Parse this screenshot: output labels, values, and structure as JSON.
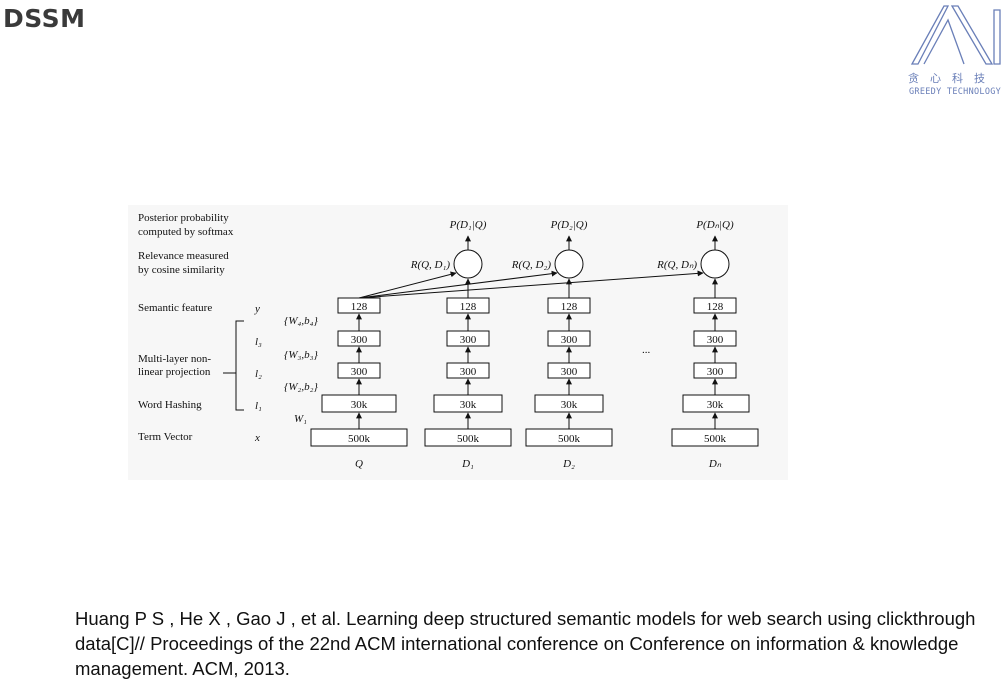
{
  "slide": {
    "title": "DSSM"
  },
  "logo": {
    "chinese": "贪心科技",
    "english": "GREEDY TECHNOLOGY",
    "color": "#6a7fb8"
  },
  "diagram": {
    "left_labels": {
      "posterior_1": "Posterior probability",
      "posterior_2": "computed by softmax",
      "relevance_1": "Relevance measured",
      "relevance_2": "by cosine similarity",
      "semantic": "Semantic feature",
      "multilayer_1": "Multi-layer non-",
      "multilayer_2": "linear projection",
      "word_hashing": "Word Hashing",
      "term_vector": "Term Vector"
    },
    "layer_symbols": {
      "y": "y",
      "l3": "l₃",
      "l2": "l₂",
      "l1": "l₁",
      "x": "x"
    },
    "weights": {
      "w4b4": "{W₄,b₄}",
      "w3b3": "{W₃,b₃}",
      "w2b2": "{W₂,b₂}",
      "w1": "W₁"
    },
    "layer_sizes": {
      "semantic": "128",
      "l3": "300",
      "l2": "300",
      "word_hash": "30k",
      "input": "500k"
    },
    "columns": [
      {
        "name": "Q"
      },
      {
        "name": "D₁",
        "posterior": "P(D₁|Q)",
        "relevance": "R(Q, D₁)"
      },
      {
        "name": "D₂",
        "posterior": "P(D₂|Q)",
        "relevance": "R(Q, D₂)"
      },
      {
        "name": "Dₙ",
        "posterior": "P(Dₙ|Q)",
        "relevance": "R(Q, Dₙ)"
      }
    ],
    "ellipsis": "..."
  },
  "citation": {
    "text": "Huang P S , He X , Gao J , et al. Learning deep structured semantic models for web search using clickthrough data[C]// Proceedings of the 22nd ACM international conference on Conference on information & knowledge management. ACM, 2013."
  }
}
